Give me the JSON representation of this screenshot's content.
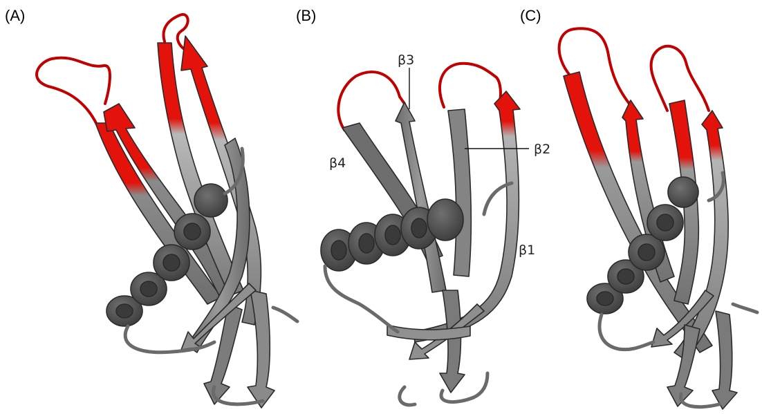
{
  "panels": [
    {
      "id": "A",
      "label": "(A)"
    },
    {
      "id": "B",
      "label": "(B)",
      "strand_labels": {
        "b1": "β1",
        "b2": "β2",
        "b3": "β3",
        "b4": "β4"
      }
    },
    {
      "id": "C",
      "label": "(C)"
    }
  ],
  "colors": {
    "highlight": "#e3120b",
    "highlight_dark": "#b30000",
    "strand_gray": "#7d7d7d",
    "strand_light": "#a9a9a9",
    "helix_dark": "#505050",
    "helix_inner": "#3a3a3a",
    "coil": "#666666",
    "outline": "#2a2a2a"
  }
}
